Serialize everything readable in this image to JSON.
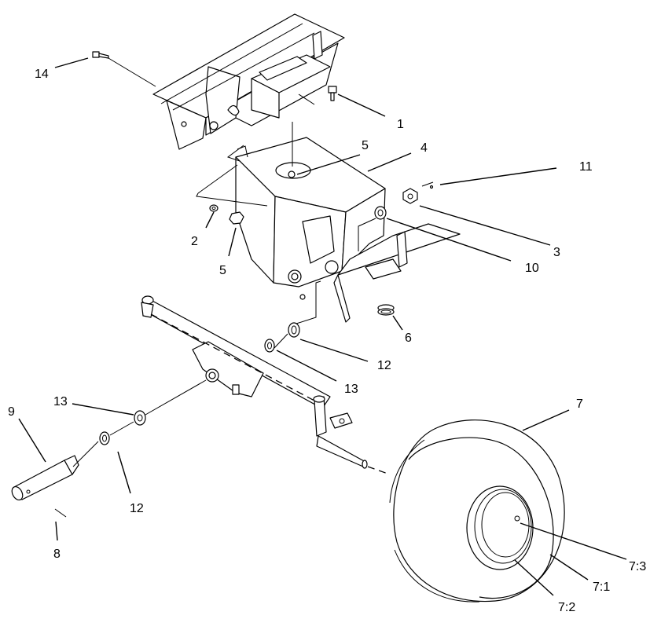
{
  "callouts": {
    "c1": "1",
    "c2": "2",
    "c3": "3",
    "c4": "4",
    "c5a": "5",
    "c5b": "5",
    "c6": "6",
    "c7": "7",
    "c7_1": "7:1",
    "c7_2": "7:2",
    "c7_3": "7:3",
    "c8": "8",
    "c9": "9",
    "c10": "10",
    "c11": "11",
    "c12a": "12",
    "c12b": "12",
    "c13a": "13",
    "c13b": "13",
    "c14": "14"
  },
  "colors": {
    "line": "#000000",
    "background": "#ffffff"
  }
}
